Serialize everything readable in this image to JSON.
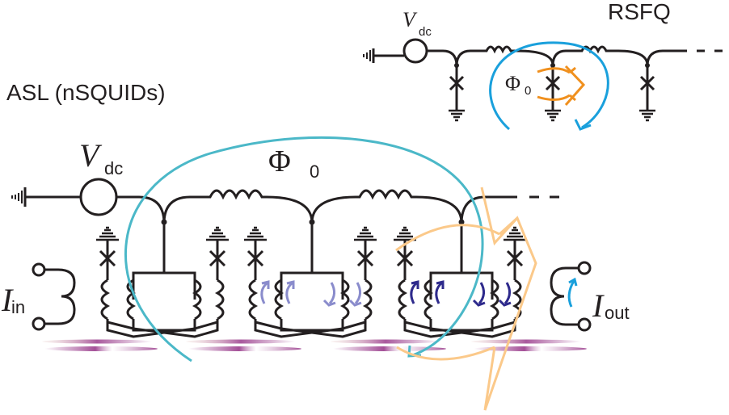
{
  "labels": {
    "rsfq_title": "RSFQ",
    "asl_title": "ASL (nSQUIDs)",
    "rsfq_vdc_main": "V",
    "rsfq_vdc_sub": "dc",
    "rsfq_flux_main": "Φ",
    "rsfq_flux_sub": "0",
    "asl_vdc_main": "V",
    "asl_vdc_sub": "dc",
    "asl_flux_main": "Φ",
    "asl_flux_sub": "0",
    "input_main": "I",
    "input_sub": "in",
    "output_main": "I",
    "output_sub": "out"
  },
  "colors": {
    "wire": "#231f20",
    "rsfq_loop_arrow": "#1aa0dc",
    "rsfq_flux_arrow": "#f0901e",
    "asl_loop_arrow": "#4bb8c8",
    "asl_flux_arrow": "#fbc98a",
    "cell2_current_arrows": "#8a8ccc",
    "cell3_current_arrows": "#2e2a8c",
    "output_current_arrow": "#1aa0dc",
    "bias_line_streak": "#9a3c8c"
  },
  "components": {
    "rsfq": {
      "junctions": 3,
      "inductors": 2,
      "source": "Vdc",
      "continues": true
    },
    "asl": {
      "cells": 3,
      "junctions_per_cell": 2,
      "source": "Vdc",
      "continues": true,
      "input_transformer": "Iin",
      "output_transformer": "Iout"
    }
  }
}
